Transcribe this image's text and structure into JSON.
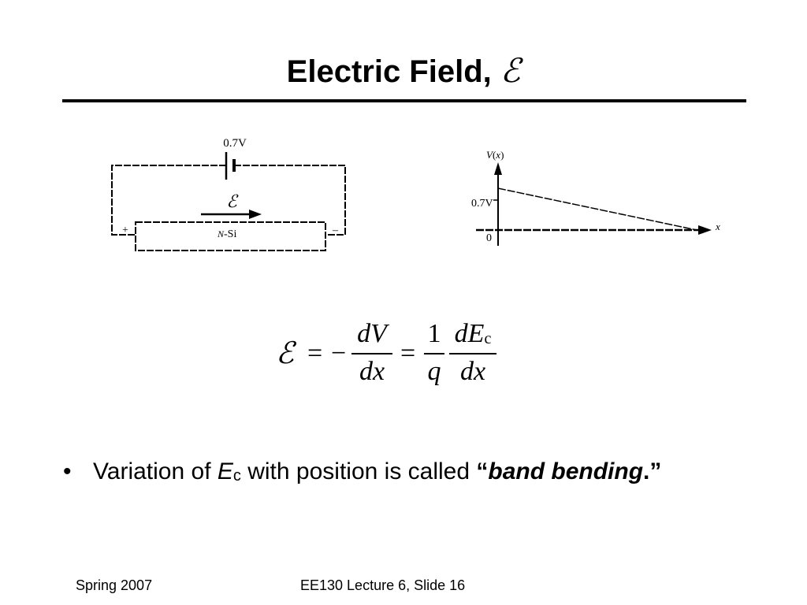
{
  "slide": {
    "title": "Electric Field,",
    "title_symbol": "ℰ",
    "circuit": {
      "battery_label": "0.7V",
      "field_symbol": "ℰ",
      "bar_label_prefix": "N",
      "bar_label_suffix": "-Si",
      "plus": "+",
      "minus": "–"
    },
    "plot": {
      "y_label_v": "V",
      "y_label_x": "x",
      "tick_label": "0.7V",
      "origin_label": "0",
      "x_label": "x"
    },
    "equation": {
      "lhs": "ℰ",
      "eq1": "=",
      "minus": "−",
      "f1_num": "dV",
      "f1_den": "dx",
      "eq2": "=",
      "f2_num": "1",
      "f2_den": "q",
      "f3_num": "dE",
      "f3_num_sub": "c",
      "f3_den": "dx"
    },
    "bullet": {
      "marker": "•",
      "text_1": "Variation of ",
      "e_symbol": "E",
      "e_sub": "c",
      "text_2": " with position is called ",
      "open_quote": "“",
      "emphasis": "band bending",
      "close_quote": ".”"
    },
    "footer": {
      "left": "Spring 2007",
      "center": "EE130 Lecture 6, Slide 16"
    }
  }
}
